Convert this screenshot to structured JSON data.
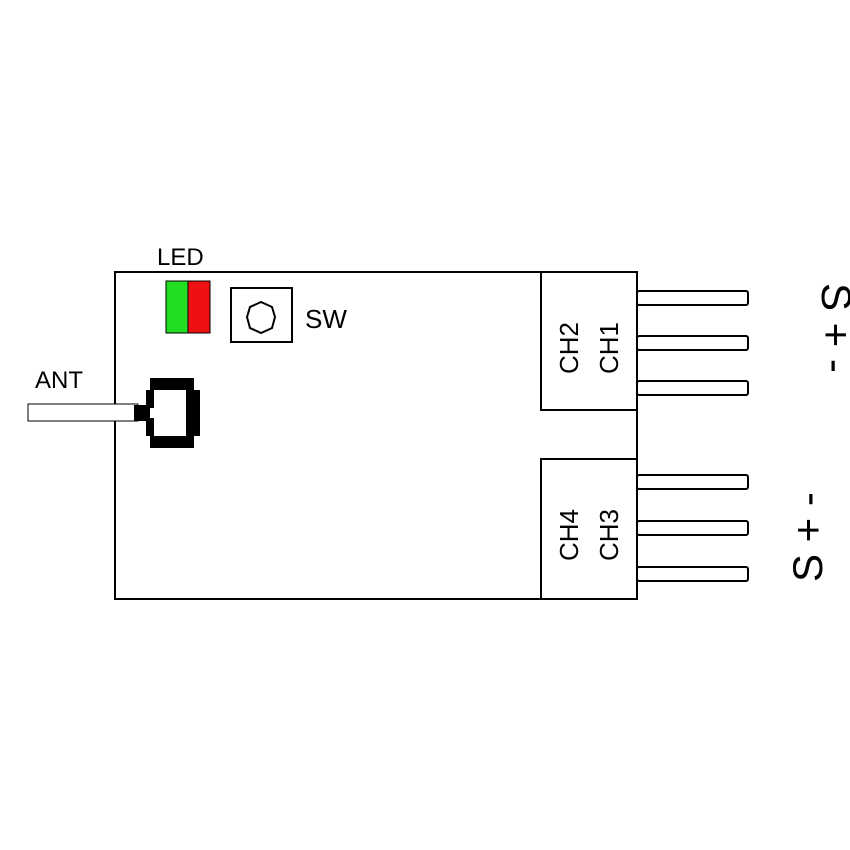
{
  "labels": {
    "led": "LED",
    "sw": "SW",
    "ant": "ANT",
    "ch1": "CH1",
    "ch2": "CH2",
    "ch3": "CH3",
    "ch4": "CH4",
    "top_pins": "S + -",
    "bottom_pins": "S + -"
  },
  "colors": {
    "led_green": "#22dd22",
    "led_red": "#ee1111",
    "outline": "#000000"
  }
}
